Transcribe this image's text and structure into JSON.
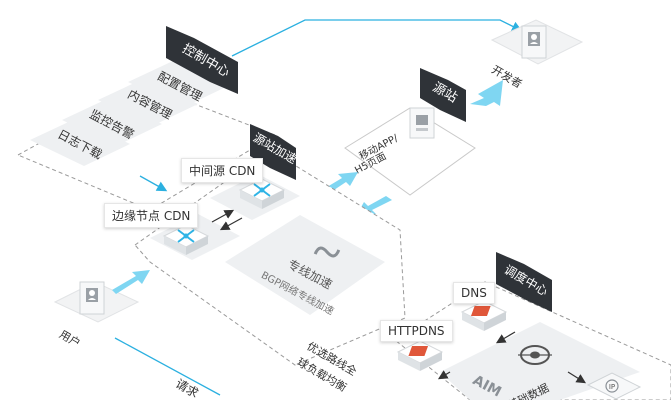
{
  "colors": {
    "accent_blue": "#2fb4e6",
    "arrow_cyan": "#7fd6f2",
    "line_cyan": "#2bb0e0",
    "banner_dark": "#2f3338",
    "panel_fill": "#ffffff",
    "panel_gray": "#eef0f2",
    "dashed": "#9a9a9a",
    "node_red": "#e0573a",
    "text_dark": "#333333"
  },
  "control_center": {
    "title": "控制中心",
    "items": [
      "配置管理",
      "内容管理",
      "监控告警",
      "日志下载"
    ]
  },
  "origin": {
    "title": "源站",
    "content_label_line1": "移动APP/",
    "content_label_line2": "H5页面"
  },
  "developer": {
    "label": "开发者",
    "icon": "user-card-icon"
  },
  "user": {
    "label": "用户",
    "icon": "user-card-icon"
  },
  "acceleration": {
    "title": "源站加速",
    "mid_cdn_label": "中间源 CDN",
    "edge_cdn_label": "边缘节点 CDN",
    "dedicated_line_title": "专线加速",
    "dedicated_line_subtitle": "BGP网络专线加速",
    "route_text_line1": "优选路线全",
    "route_text_line2": "球负载均衡",
    "node_icon": "network-hub-icon"
  },
  "scheduling": {
    "title": "调度中心",
    "dns_label": "DNS",
    "httpdns_label": "HTTPDNS",
    "aim_label": "AIM",
    "ip_label": "IP",
    "target_icon": "crosshair-target-icon",
    "bottom_text_partial": "基础数据"
  },
  "request_text_partial": "请求"
}
